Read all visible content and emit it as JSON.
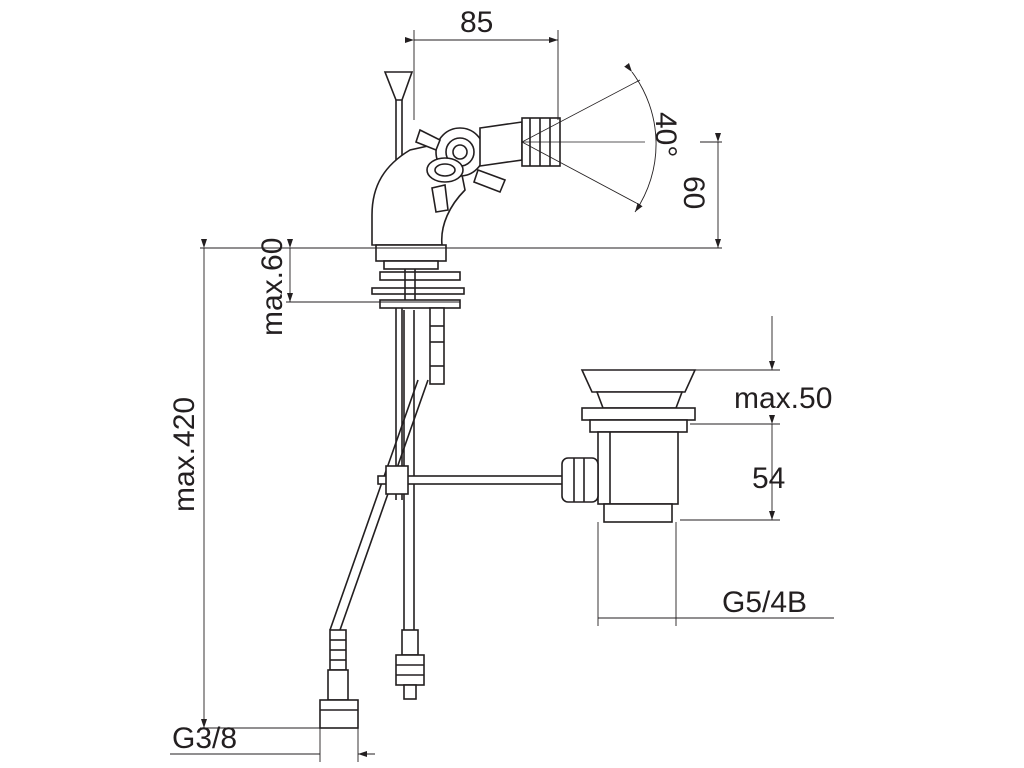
{
  "drawing": {
    "title": "",
    "dimensions": {
      "spout_reach": "85",
      "nozzle_angle": "40°",
      "nozzle_height": "60",
      "deck_thickness": "max.60",
      "hose_length": "max.420",
      "waste_plug_height": "max.50",
      "waste_body_height": "54",
      "waste_thread": "G5/4B",
      "hose_thread": "G3/8"
    }
  }
}
